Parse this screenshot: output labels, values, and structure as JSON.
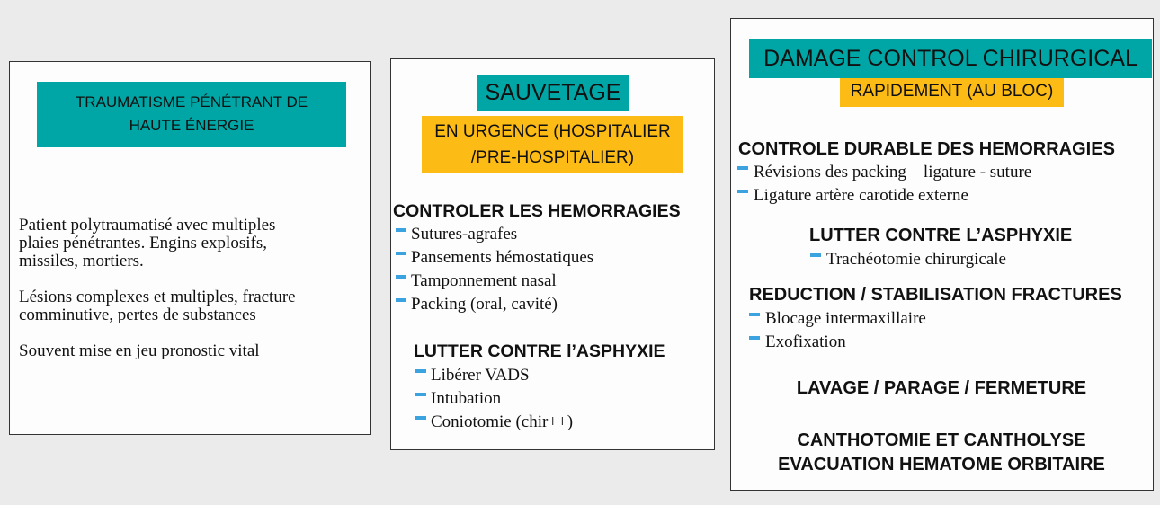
{
  "panel1": {
    "title_line1": "TRAUMATISME PÉNÉTRANT DE",
    "title_line2": "HAUTE ÉNERGIE",
    "para1_line1": "Patient polytraumatisé avec multiples",
    "para1_line2": "plaies pénétrantes. Engins explosifs,",
    "para1_line3": "missiles, mortiers.",
    "para2_line1": "Lésions complexes et multiples, fracture",
    "para2_line2": "comminutive, pertes de substances",
    "para3": "Souvent mise en jeu pronostic vital"
  },
  "panel2": {
    "title": "SAUVETAGE",
    "subtitle_line1": "EN URGENCE (HOSPITALIER",
    "subtitle_line2": "/PRE-HOSPITALIER)",
    "section1": {
      "heading": "CONTROLER LES HEMORRAGIES",
      "items": [
        "Sutures-agrafes",
        "Pansements hémostatiques",
        "Tamponnement nasal",
        "Packing (oral, cavité)"
      ]
    },
    "section2": {
      "heading": "LUTTER CONTRE l’ASPHYXIE",
      "items": [
        "Libérer VADS",
        "Intubation",
        "Coniotomie (chir++)"
      ]
    }
  },
  "panel3": {
    "title": "DAMAGE CONTROL CHIRURGICAL",
    "subtitle": "RAPIDEMENT (AU BLOC)",
    "section1": {
      "heading": "CONTROLE DURABLE DES HEMORRAGIES",
      "items": [
        "Révisions des packing – ligature - suture",
        "Ligature artère carotide externe"
      ]
    },
    "section2": {
      "heading": "LUTTER CONTRE L’ASPHYXIE",
      "items": [
        "Trachéotomie chirurgicale"
      ]
    },
    "section3": {
      "heading": "REDUCTION / STABILISATION FRACTURES",
      "items": [
        "Blocage intermaxillaire",
        "Exofixation"
      ]
    },
    "section4": {
      "heading": "LAVAGE / PARAGE / FERMETURE"
    },
    "section5": {
      "heading_line1": "CANTHOTOMIE ET CANTHOLYSE",
      "heading_line2": "EVACUATION HEMATOME ORBITAIRE"
    }
  },
  "colors": {
    "teal": "#00a5a5",
    "amber": "#fdbb16",
    "bullet": "#3ba4e0",
    "background": "#ebebeb"
  }
}
